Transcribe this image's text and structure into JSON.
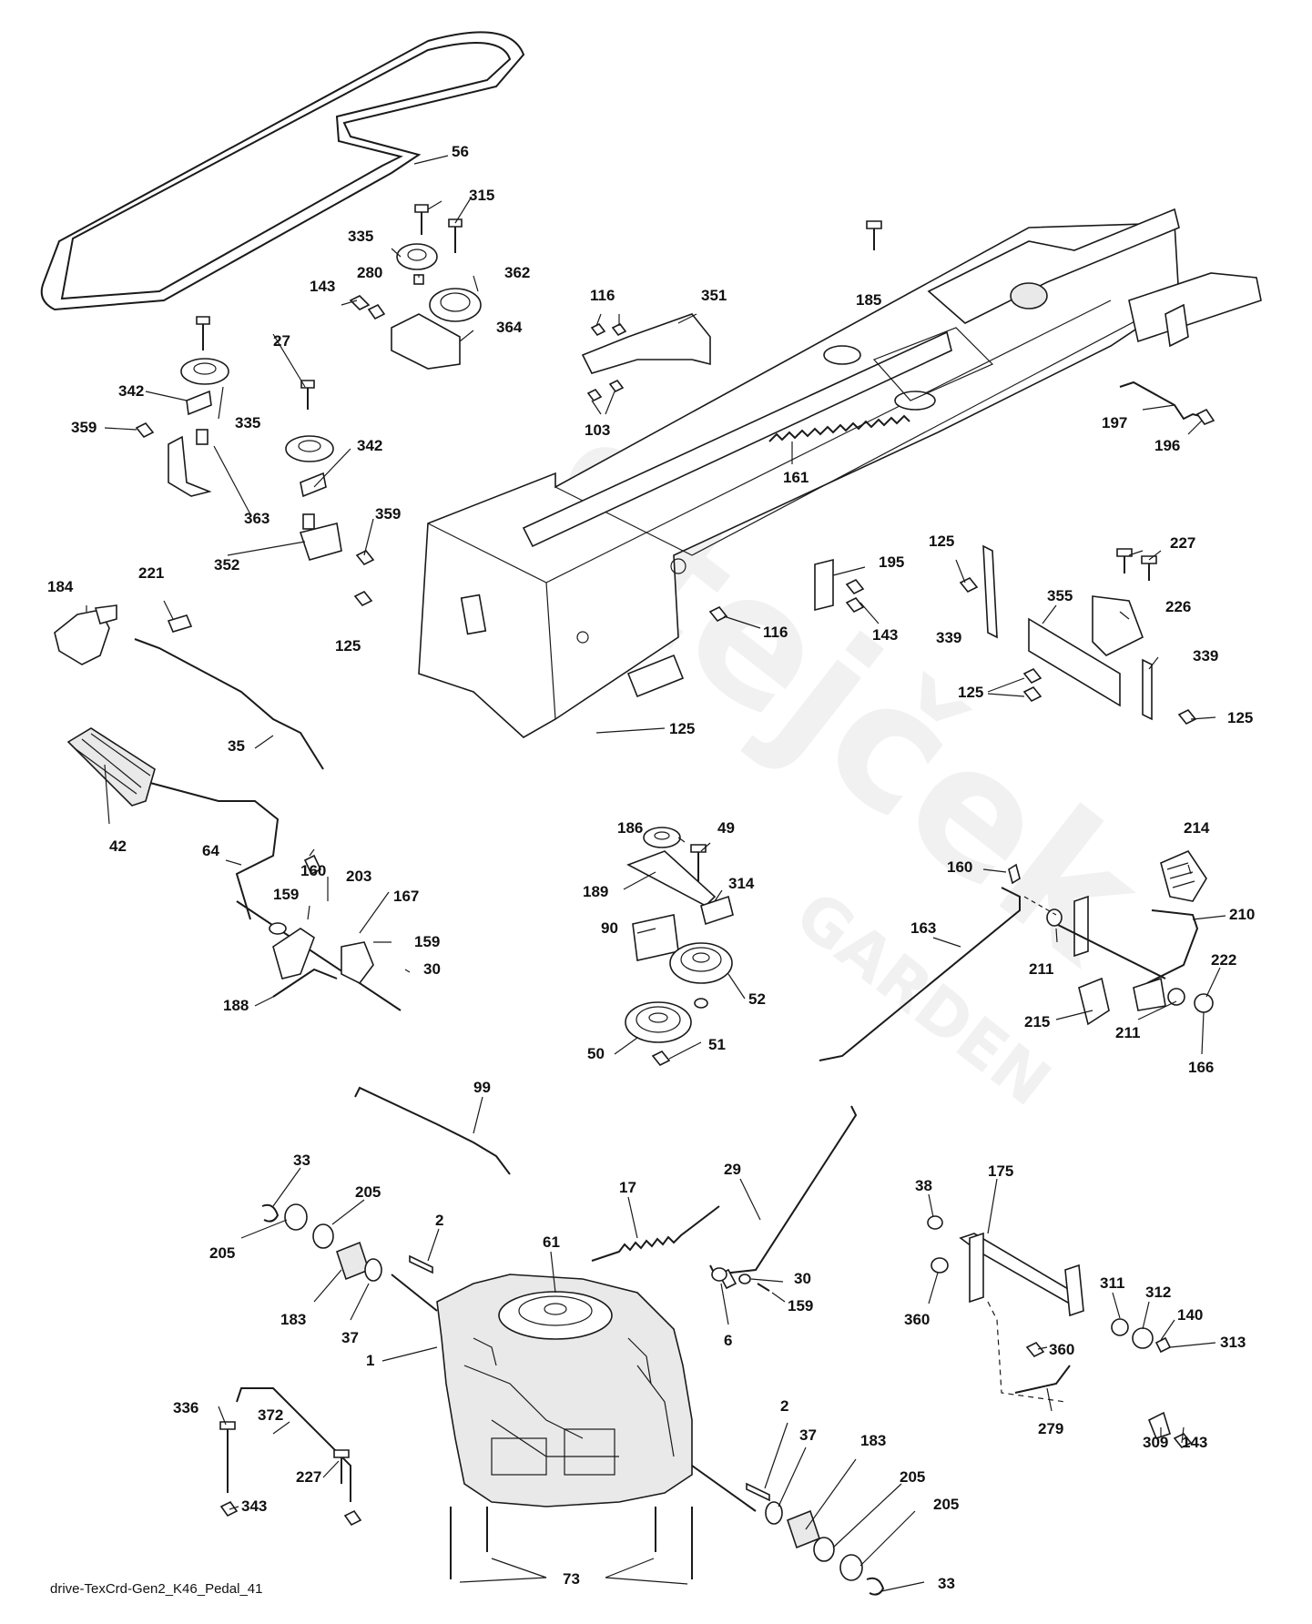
{
  "caption": "drive-TexCrd-Gen2_K46_Pedal_41",
  "watermark": {
    "brand": "Stejček",
    "sub": "GARDEN"
  },
  "callouts": [
    {
      "id": "c56",
      "text": "56"
    },
    {
      "id": "c315",
      "text": "315"
    },
    {
      "id": "c335a",
      "text": "335"
    },
    {
      "id": "c280",
      "text": "280"
    },
    {
      "id": "c362",
      "text": "362"
    },
    {
      "id": "c143a",
      "text": "143"
    },
    {
      "id": "c364",
      "text": "364"
    },
    {
      "id": "c27",
      "text": "27"
    },
    {
      "id": "c342a",
      "text": "342"
    },
    {
      "id": "c335b",
      "text": "335"
    },
    {
      "id": "c359a",
      "text": "359"
    },
    {
      "id": "c342b",
      "text": "342"
    },
    {
      "id": "c363",
      "text": "363"
    },
    {
      "id": "c359b",
      "text": "359"
    },
    {
      "id": "c352",
      "text": "352"
    },
    {
      "id": "c116a",
      "text": "116"
    },
    {
      "id": "c351",
      "text": "351"
    },
    {
      "id": "c103",
      "text": "103"
    },
    {
      "id": "c185",
      "text": "185"
    },
    {
      "id": "c197",
      "text": "197"
    },
    {
      "id": "c196",
      "text": "196"
    },
    {
      "id": "c161",
      "text": "161"
    },
    {
      "id": "c184",
      "text": "184"
    },
    {
      "id": "c221",
      "text": "221"
    },
    {
      "id": "c125a",
      "text": "125"
    },
    {
      "id": "c35",
      "text": "35"
    },
    {
      "id": "c195",
      "text": "195"
    },
    {
      "id": "c116b",
      "text": "116"
    },
    {
      "id": "c143b",
      "text": "143"
    },
    {
      "id": "c125b",
      "text": "125"
    },
    {
      "id": "c227a",
      "text": "227"
    },
    {
      "id": "c355",
      "text": "355"
    },
    {
      "id": "c226",
      "text": "226"
    },
    {
      "id": "c339a",
      "text": "339"
    },
    {
      "id": "c339b",
      "text": "339"
    },
    {
      "id": "c125c",
      "text": "125"
    },
    {
      "id": "c125d",
      "text": "125"
    },
    {
      "id": "c125e",
      "text": "125"
    },
    {
      "id": "c42",
      "text": "42"
    },
    {
      "id": "c64",
      "text": "64"
    },
    {
      "id": "c160a",
      "text": "160"
    },
    {
      "id": "c203",
      "text": "203"
    },
    {
      "id": "c159a",
      "text": "159"
    },
    {
      "id": "c167",
      "text": "167"
    },
    {
      "id": "c159b",
      "text": "159"
    },
    {
      "id": "c30a",
      "text": "30"
    },
    {
      "id": "c188",
      "text": "188"
    },
    {
      "id": "c186",
      "text": "186"
    },
    {
      "id": "c49",
      "text": "49"
    },
    {
      "id": "c189",
      "text": "189"
    },
    {
      "id": "c314",
      "text": "314"
    },
    {
      "id": "c90",
      "text": "90"
    },
    {
      "id": "c52",
      "text": "52"
    },
    {
      "id": "c50",
      "text": "50"
    },
    {
      "id": "c51",
      "text": "51"
    },
    {
      "id": "c214",
      "text": "214"
    },
    {
      "id": "c160b",
      "text": "160"
    },
    {
      "id": "c210",
      "text": "210"
    },
    {
      "id": "c163",
      "text": "163"
    },
    {
      "id": "c211a",
      "text": "211"
    },
    {
      "id": "c222",
      "text": "222"
    },
    {
      "id": "c215",
      "text": "215"
    },
    {
      "id": "c211b",
      "text": "211"
    },
    {
      "id": "c166",
      "text": "166"
    },
    {
      "id": "c99",
      "text": "99"
    },
    {
      "id": "c33a",
      "text": "33"
    },
    {
      "id": "c205a",
      "text": "205"
    },
    {
      "id": "c205b",
      "text": "205"
    },
    {
      "id": "c2a",
      "text": "2"
    },
    {
      "id": "c183a",
      "text": "183"
    },
    {
      "id": "c37a",
      "text": "37"
    },
    {
      "id": "c17",
      "text": "17"
    },
    {
      "id": "c29",
      "text": "29"
    },
    {
      "id": "c61",
      "text": "61"
    },
    {
      "id": "c30b",
      "text": "30"
    },
    {
      "id": "c159c",
      "text": "159"
    },
    {
      "id": "c6",
      "text": "6"
    },
    {
      "id": "c38",
      "text": "38"
    },
    {
      "id": "c175",
      "text": "175"
    },
    {
      "id": "c360a",
      "text": "360"
    },
    {
      "id": "c311",
      "text": "311"
    },
    {
      "id": "c312",
      "text": "312"
    },
    {
      "id": "c140",
      "text": "140"
    },
    {
      "id": "c313",
      "text": "313"
    },
    {
      "id": "c360b",
      "text": "360"
    },
    {
      "id": "c279",
      "text": "279"
    },
    {
      "id": "c309",
      "text": "309"
    },
    {
      "id": "c143c",
      "text": "143"
    },
    {
      "id": "c1",
      "text": "1"
    },
    {
      "id": "c336",
      "text": "336"
    },
    {
      "id": "c372",
      "text": "372"
    },
    {
      "id": "c227b",
      "text": "227"
    },
    {
      "id": "c343",
      "text": "343"
    },
    {
      "id": "c2b",
      "text": "2"
    },
    {
      "id": "c37b",
      "text": "37"
    },
    {
      "id": "c183b",
      "text": "183"
    },
    {
      "id": "c205c",
      "text": "205"
    },
    {
      "id": "c205d",
      "text": "205"
    },
    {
      "id": "c33b",
      "text": "33"
    },
    {
      "id": "c73",
      "text": "73"
    }
  ]
}
